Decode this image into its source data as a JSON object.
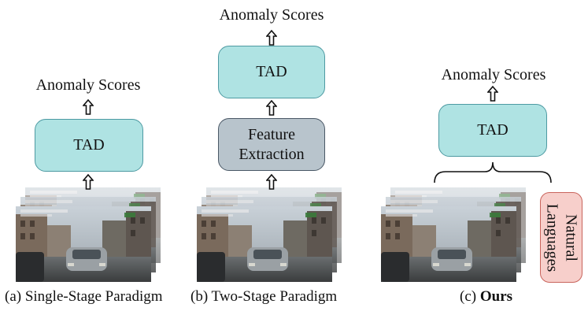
{
  "panels": {
    "a": {
      "score_label": "Anomaly Scores",
      "tad_label": "TAD",
      "caption_prefix": "(a) Single-Stage Paradigm",
      "caption_bold": ""
    },
    "b": {
      "score_label": "Anomaly Scores",
      "tad_label": "TAD",
      "feature_label_line1": "Feature",
      "feature_label_line2": "Extraction",
      "caption_prefix": "(b) Two-Stage Paradigm",
      "caption_bold": ""
    },
    "c": {
      "score_label": "Anomaly Scores",
      "tad_label": "TAD",
      "language_label_line1": "Natural",
      "language_label_line2": "Languages",
      "caption_prefix": "(c) ",
      "caption_bold": "Ours"
    }
  },
  "colors": {
    "tad_fill": "#afe3e3",
    "tad_border": "#4d9aa2",
    "feature_fill": "#b8c4cc",
    "feature_border": "#4a5866",
    "language_fill": "#f7cfcb",
    "language_border": "#c9645c"
  }
}
